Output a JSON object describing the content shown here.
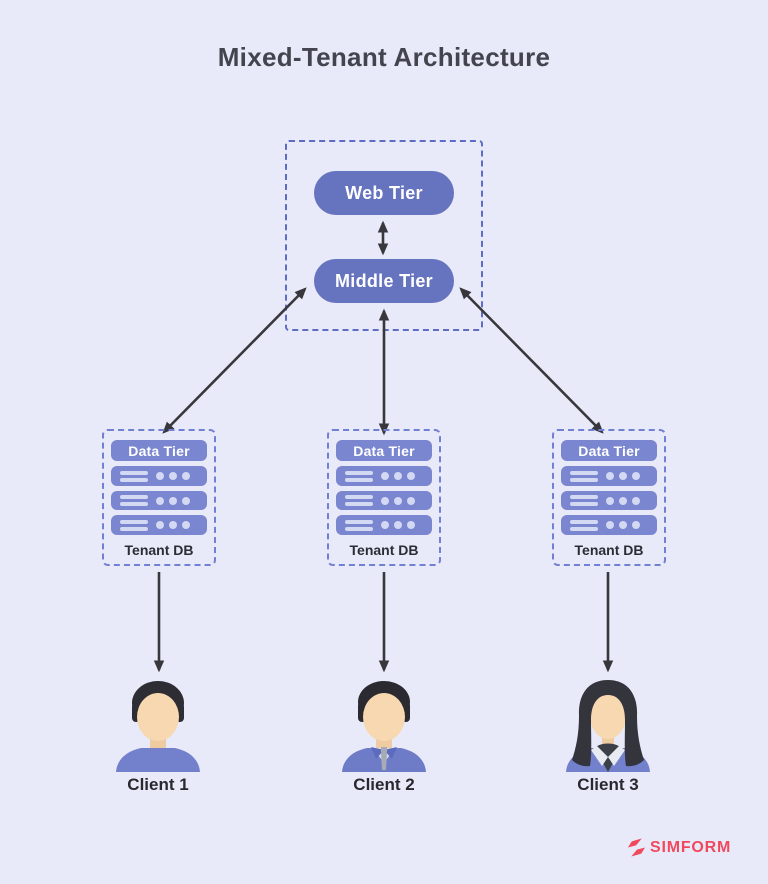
{
  "title": "Mixed-Tenant Architecture",
  "app_tier_group": {
    "web_tier_label": "Web Tier",
    "middle_tier_label": "Middle Tier"
  },
  "data_tiers": [
    {
      "header": "Data Tier",
      "db_label": "Tenant DB"
    },
    {
      "header": "Data Tier",
      "db_label": "Tenant DB"
    },
    {
      "header": "Data Tier",
      "db_label": "Tenant DB"
    }
  ],
  "clients": [
    {
      "label": "Client 1"
    },
    {
      "label": "Client 2"
    },
    {
      "label": "Client 3"
    }
  ],
  "footer": {
    "brand": "SIMFORM"
  },
  "colors": {
    "background": "#E9EAF9",
    "app_node_fill": "#6673BE",
    "data_node_fill": "#7B86D0",
    "dashed_border_large": "#5E6CC4",
    "dashed_border_small": "#7080D2",
    "arrow": "#38383C",
    "brand_red": "#F0495E",
    "title_text": "#43454E"
  }
}
